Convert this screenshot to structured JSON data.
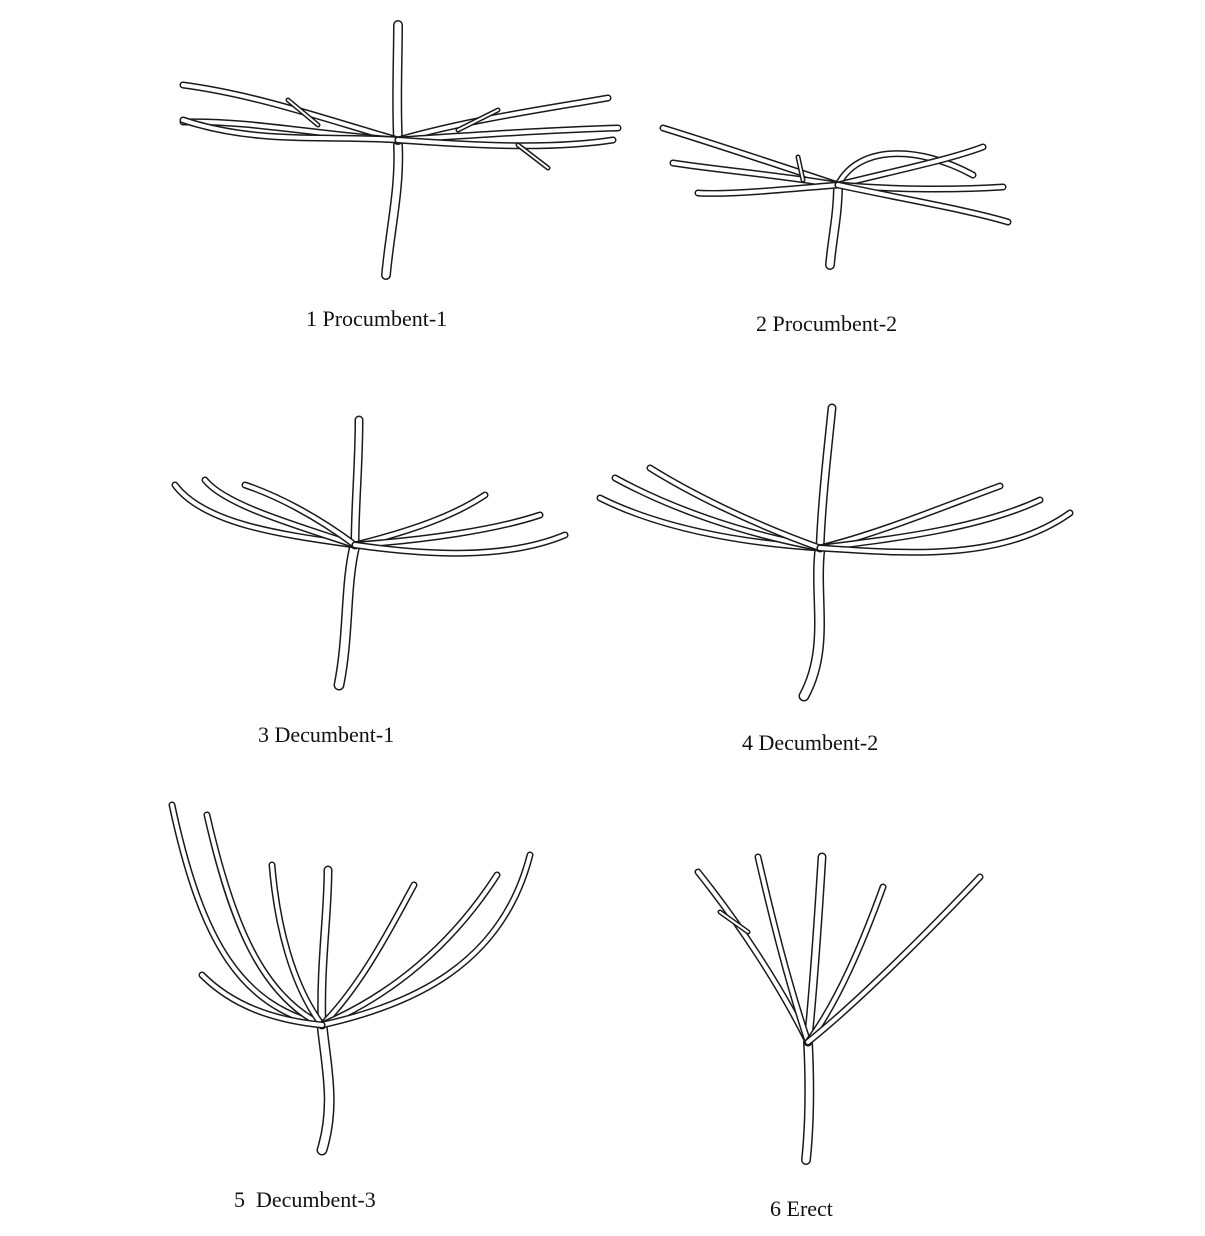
{
  "figure": {
    "panels": [
      {
        "label": "1 Procumbent-1",
        "habit": "procumbent"
      },
      {
        "label": "2 Procumbent-2",
        "habit": "procumbent"
      },
      {
        "label": "3 Decumbent-1",
        "habit": "decumbent"
      },
      {
        "label": "4 Decumbent-2",
        "habit": "decumbent"
      },
      {
        "label": "5  Decumbent-3",
        "habit": "decumbent"
      },
      {
        "label": "6 Erect",
        "habit": "erect"
      }
    ],
    "colors": {
      "ink": "#1a1a1a",
      "paper": "#ffffff"
    }
  }
}
